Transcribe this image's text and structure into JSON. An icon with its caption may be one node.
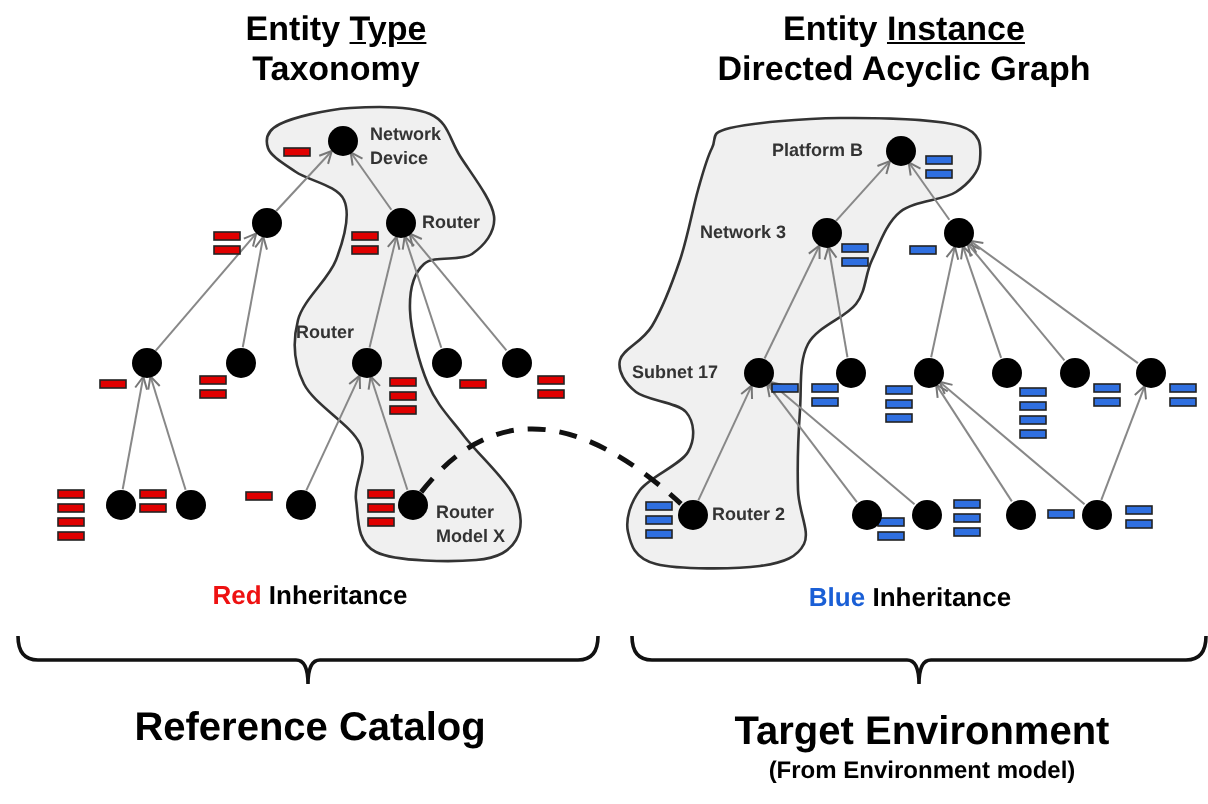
{
  "diagram": {
    "nodes": [
      {
        "text": [],
        "shape": "circle",
        "beside": [
          "Network Device"
        ]
      },
      {
        "text": [],
        "shape": "circle"
      },
      {
        "text": [],
        "shape": "circle",
        "beside": [
          "Router"
        ]
      },
      {
        "text": [],
        "shape": "circle"
      },
      {
        "text": [],
        "shape": "circle"
      },
      {
        "text": [],
        "shape": "circle",
        "beside": [
          "Router"
        ]
      },
      {
        "text": [],
        "shape": "circle"
      },
      {
        "text": [],
        "shape": "circle"
      },
      {
        "text": [],
        "shape": "circle"
      },
      {
        "text": [],
        "shape": "circle"
      },
      {
        "text": [],
        "shape": "circle"
      },
      {
        "text": [],
        "shape": "circle",
        "beside": [
          "Router Model X"
        ]
      },
      {
        "text": [],
        "shape": "circle",
        "beside": [
          "Platform B"
        ]
      },
      {
        "text": [],
        "shape": "circle",
        "beside": [
          "Network 3"
        ]
      },
      {
        "text": [],
        "shape": "circle"
      },
      {
        "text": [],
        "shape": "circle",
        "beside": [
          "Subnet 17"
        ]
      },
      {
        "text": [],
        "shape": "circle"
      },
      {
        "text": [],
        "shape": "circle"
      },
      {
        "text": [],
        "shape": "circle"
      },
      {
        "text": [],
        "shape": "circle"
      },
      {
        "text": [],
        "shape": "circle"
      },
      {
        "text": [],
        "shape": "circle",
        "beside": [
          "Router 2"
        ]
      },
      {
        "text": [],
        "shape": "circle"
      },
      {
        "text": [],
        "shape": "circle"
      },
      {
        "text": [],
        "shape": "circle"
      },
      {
        "text": [],
        "shape": "circle"
      }
    ],
    "edges": [
      {
        "from": 1,
        "to": 0,
        "arrow": "to"
      },
      {
        "from": 2,
        "to": 0,
        "arrow": "to"
      },
      {
        "from": 3,
        "to": 1,
        "arrow": "to"
      },
      {
        "from": 4,
        "to": 1,
        "arrow": "to"
      },
      {
        "from": 5,
        "to": 2,
        "arrow": "to"
      },
      {
        "from": 6,
        "to": 2,
        "arrow": "to"
      },
      {
        "from": 7,
        "to": 2,
        "arrow": "to"
      },
      {
        "from": 8,
        "to": 3,
        "arrow": "to"
      },
      {
        "from": 9,
        "to": 3,
        "arrow": "to"
      },
      {
        "from": 10,
        "to": 5,
        "arrow": "to"
      },
      {
        "from": 11,
        "to": 5,
        "arrow": "to"
      },
      {
        "from": 13,
        "to": 12,
        "arrow": "to"
      },
      {
        "from": 14,
        "to": 12,
        "arrow": "to"
      },
      {
        "from": 15,
        "to": 13,
        "arrow": "to"
      },
      {
        "from": 16,
        "to": 13,
        "arrow": "to"
      },
      {
        "from": 17,
        "to": 14,
        "arrow": "to"
      },
      {
        "from": 18,
        "to": 14,
        "arrow": "to"
      },
      {
        "from": 19,
        "to": 14,
        "arrow": "to"
      },
      {
        "from": 20,
        "to": 14,
        "arrow": "to"
      },
      {
        "from": 21,
        "to": 15,
        "arrow": "to"
      },
      {
        "from": 22,
        "to": 15,
        "arrow": "to"
      },
      {
        "from": 23,
        "to": 15,
        "arrow": "to"
      },
      {
        "from": 24,
        "to": 17,
        "arrow": "to"
      },
      {
        "from": 25,
        "to": 17,
        "arrow": "to"
      },
      {
        "from": 25,
        "to": 20,
        "arrow": "to"
      },
      {
        "from": 11,
        "to": 21,
        "arrow": "none",
        "style": "dashed",
        "color": "#111111"
      }
    ],
    "labels": [
      "Entity Type",
      "Taxonomy",
      "Entity Instance",
      "Directed Acyclic Graph",
      "Red Inheritance",
      "Blue Inheritance",
      "Reference Catalog",
      "Target Environment",
      "(From Environment model)"
    ]
  }
}
